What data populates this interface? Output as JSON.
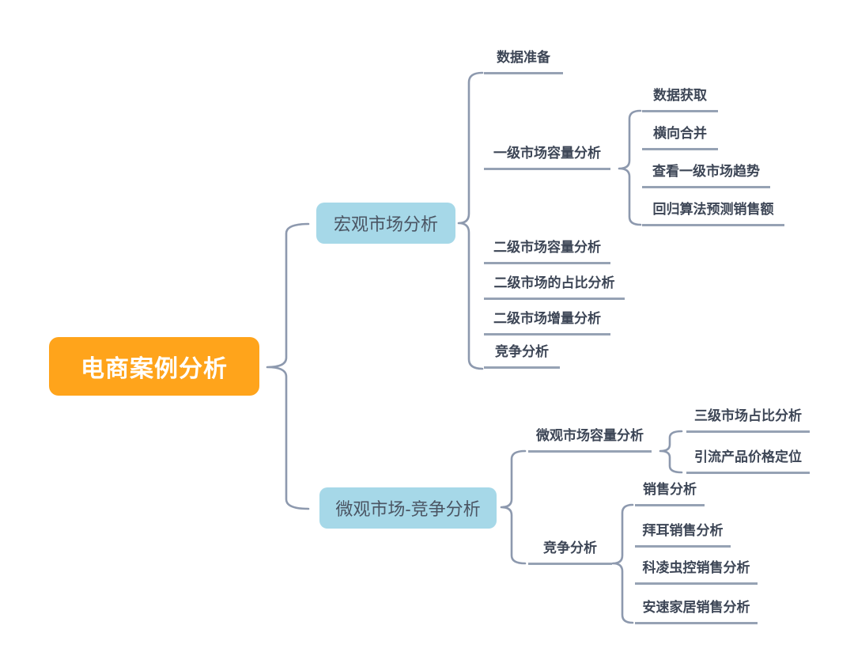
{
  "root": {
    "label": "电商案例分析"
  },
  "branches": [
    {
      "label": "宏观市场分析",
      "children": [
        {
          "label": "数据准备"
        },
        {
          "label": "一级市场容量分析",
          "children": [
            {
              "label": "数据获取"
            },
            {
              "label": "横向合并"
            },
            {
              "label": "查看一级市场趋势"
            },
            {
              "label": "回归算法预测销售额"
            }
          ]
        },
        {
          "label": "二级市场容量分析"
        },
        {
          "label": "二级市场的占比分析"
        },
        {
          "label": "二级市场增量分析"
        },
        {
          "label": "竞争分析"
        }
      ]
    },
    {
      "label": "微观市场-竞争分析",
      "children": [
        {
          "label": "微观市场容量分析",
          "children": [
            {
              "label": "三级市场占比分析"
            },
            {
              "label": "引流产品价格定位"
            }
          ]
        },
        {
          "label": "竞争分析",
          "children": [
            {
              "label": "销售分析"
            },
            {
              "label": "拜耳销售分析"
            },
            {
              "label": "科凌虫控销售分析"
            },
            {
              "label": "安速家居销售分析"
            }
          ]
        }
      ]
    }
  ],
  "colors": {
    "root_bg": "#FFA41B",
    "root_text": "#FFFFFF",
    "branch_bg": "#A6D8E8",
    "branch_text": "#4B5563",
    "leaf_text": "#3D4656",
    "connector": "#8D99AE",
    "underline": "#96A2B4"
  }
}
